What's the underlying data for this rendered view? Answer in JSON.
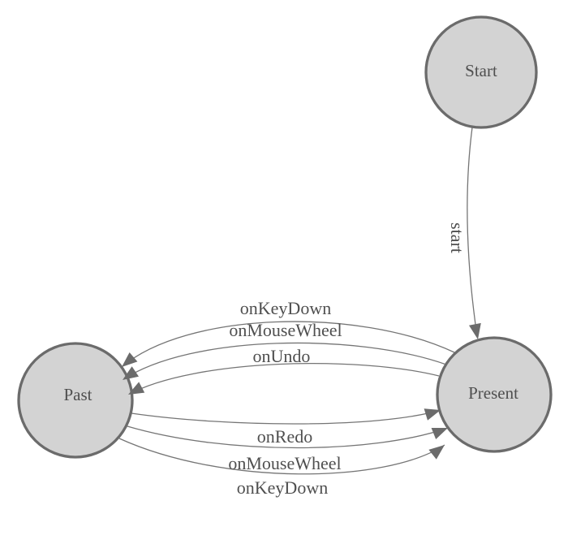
{
  "diagram": {
    "type": "state-machine",
    "colors": {
      "background": "#ffffff",
      "node_fill": "#d3d3d3",
      "node_stroke": "#6b6b6b",
      "edge_stroke": "#757575",
      "arrow_fill": "#6b6b6b",
      "label_color": "#4f4f4f"
    },
    "nodes": [
      {
        "id": "start",
        "label": "Start"
      },
      {
        "id": "present",
        "label": "Present"
      },
      {
        "id": "past",
        "label": "Past"
      }
    ],
    "edges": [
      {
        "from": "Start",
        "to": "Present",
        "label": "start"
      },
      {
        "from": "Present",
        "to": "Past",
        "label": "onKeyDown"
      },
      {
        "from": "Present",
        "to": "Past",
        "label": "onMouseWheel"
      },
      {
        "from": "Present",
        "to": "Past",
        "label": "onUndo"
      },
      {
        "from": "Past",
        "to": "Present",
        "label": "onRedo"
      },
      {
        "from": "Past",
        "to": "Present",
        "label": "onMouseWheel"
      },
      {
        "from": "Past",
        "to": "Present",
        "label": "onKeyDown"
      }
    ]
  }
}
